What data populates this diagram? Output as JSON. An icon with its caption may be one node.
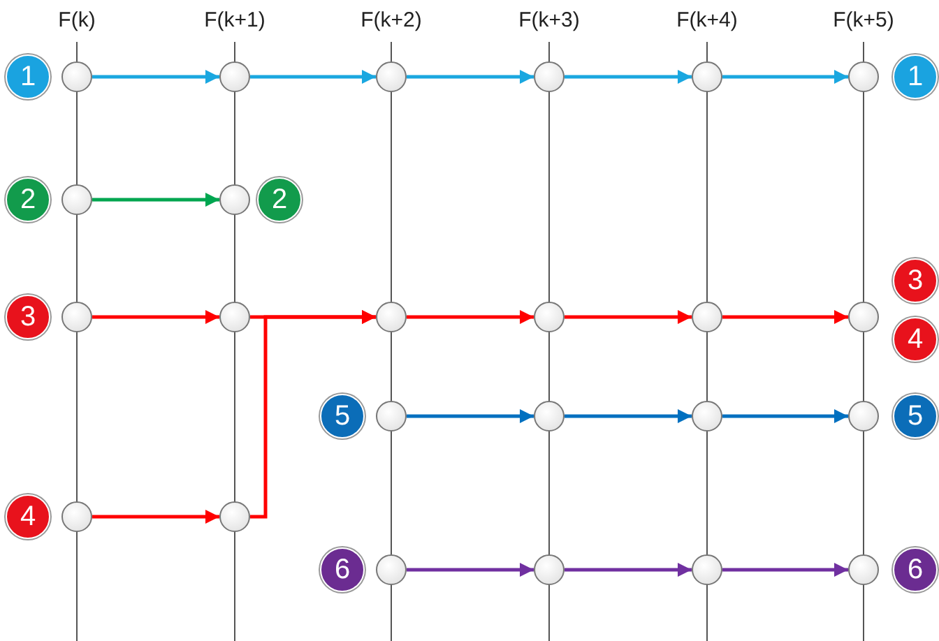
{
  "diagram": {
    "nodes": [
      {
        "text": [
          "1"
        ]
      },
      {
        "text": [],
        "shape": "circle"
      },
      {
        "text": [],
        "shape": "circle"
      },
      {
        "text": [],
        "shape": "circle"
      },
      {
        "text": [],
        "shape": "circle"
      },
      {
        "text": [],
        "shape": "circle"
      },
      {
        "text": [],
        "shape": "circle"
      },
      {
        "text": [
          "1"
        ]
      },
      {
        "text": [
          "2"
        ]
      },
      {
        "text": [],
        "shape": "circle"
      },
      {
        "text": [],
        "shape": "circle"
      },
      {
        "text": [
          "2"
        ]
      },
      {
        "text": [
          "3"
        ]
      },
      {
        "text": [
          "3"
        ]
      },
      {
        "text": [],
        "shape": "circle"
      },
      {
        "text": [],
        "shape": "circle"
      },
      {
        "text": [],
        "shape": "circle"
      },
      {
        "text": [],
        "shape": "circle"
      },
      {
        "text": [],
        "shape": "circle"
      },
      {
        "text": [],
        "shape": "circle"
      },
      {
        "text": [
          "4"
        ]
      },
      {
        "text": [
          "5"
        ]
      },
      {
        "text": [],
        "shape": "circle"
      },
      {
        "text": [],
        "shape": "circle"
      },
      {
        "text": [],
        "shape": "circle"
      },
      {
        "text": [],
        "shape": "circle"
      },
      {
        "text": [
          "5"
        ]
      },
      {
        "text": [
          "4"
        ]
      },
      {
        "text": [],
        "shape": "circle"
      },
      {
        "text": [],
        "shape": "circle"
      },
      {
        "text": [
          "6"
        ]
      },
      {
        "text": [],
        "shape": "circle"
      },
      {
        "text": [],
        "shape": "circle"
      },
      {
        "text": [],
        "shape": "circle"
      },
      {
        "text": [],
        "shape": "circle"
      },
      {
        "text": [
          "6"
        ]
      }
    ],
    "edges": [
      {
        "from": 1,
        "to": 2,
        "arrow": "to",
        "color": "#1aa7e0"
      },
      {
        "from": 2,
        "to": 3,
        "arrow": "to",
        "color": "#1aa7e0"
      },
      {
        "from": 3,
        "to": 4,
        "arrow": "to",
        "color": "#1aa7e0"
      },
      {
        "from": 4,
        "to": 5,
        "arrow": "to",
        "color": "#1aa7e0"
      },
      {
        "from": 5,
        "to": 6,
        "arrow": "to",
        "color": "#1aa7e0"
      },
      {
        "from": 9,
        "to": 10,
        "arrow": "to",
        "color": "#00a650"
      },
      {
        "from": 14,
        "to": 15,
        "arrow": "to"
      },
      {
        "from": 15,
        "to": 16,
        "arrow": "to"
      },
      {
        "from": 29,
        "to": 16,
        "arrow": "to"
      },
      {
        "from": 16,
        "to": 17,
        "arrow": "to"
      },
      {
        "from": 17,
        "to": 18,
        "arrow": "to"
      },
      {
        "from": 18,
        "to": 19,
        "arrow": "to"
      },
      {
        "from": 22,
        "to": 23,
        "arrow": "to",
        "color": "#0070c0"
      },
      {
        "from": 23,
        "to": 24,
        "arrow": "to",
        "color": "#0070c0"
      },
      {
        "from": 24,
        "to": 25,
        "arrow": "to",
        "color": "#0070c0"
      },
      {
        "from": 28,
        "to": 29,
        "arrow": "to"
      },
      {
        "from": 31,
        "to": 32,
        "arrow": "to",
        "color": "#7030a0"
      },
      {
        "from": 32,
        "to": 33,
        "arrow": "to",
        "color": "#7030a0"
      },
      {
        "from": 33,
        "to": 34,
        "arrow": "to",
        "color": "#7030a0"
      }
    ],
    "labels": [
      "F(k)",
      "F(k+1)",
      "F(k+2)",
      "F(k+3)",
      "F(k+4)",
      "F(k+5)"
    ]
  }
}
